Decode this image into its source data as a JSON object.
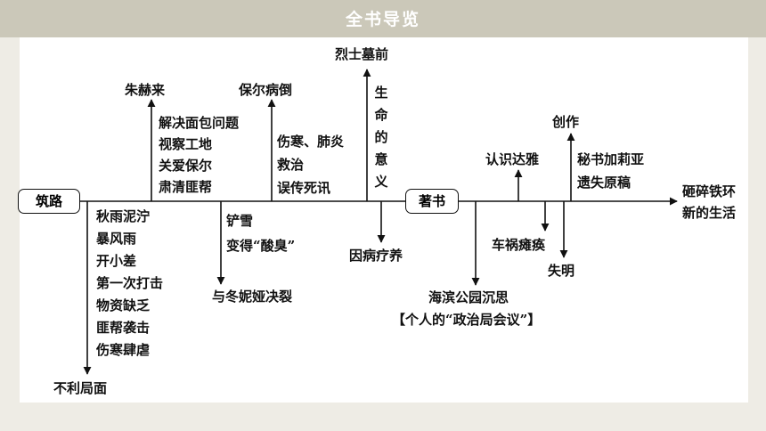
{
  "header": {
    "title": "全书导览",
    "bg_color": "#cbc8b9"
  },
  "nodes": {
    "start": "筑路",
    "mid": "著书",
    "end_label": [
      "砸碎铁环",
      "新的生活"
    ],
    "zhu_helai": "朱赫来",
    "zhu_items": [
      "解决面包问题",
      "视察工地",
      "关爱保尔",
      "肃清匪帮"
    ],
    "paul_ill": "保尔病倒",
    "paul_items": [
      "伤寒、肺炎",
      "救治",
      "误传死讯"
    ],
    "martyr": "烈士墓前",
    "meaning": "生命的意义",
    "setbacks": [
      "秋雨泥泞",
      "暴风雨",
      "开小差",
      "第一次打击",
      "物资缺乏",
      "匪帮袭击",
      "伤寒肆虐"
    ],
    "bad_situation": "不利局面",
    "snow": [
      "铲雪",
      "变得“酸臭”"
    ],
    "tonya_split": "与冬妮娅决裂",
    "illness_rest": "因病疗养",
    "seaside": "海滨公园沉思",
    "politburo": "【个人的“政治局会议”】",
    "meet_daya": "认识达雅",
    "car_accident": "车祸瘫痪",
    "writing": "创作",
    "secretary": [
      "秘书加莉亚",
      "遗失原稿"
    ],
    "blind": "失明"
  }
}
